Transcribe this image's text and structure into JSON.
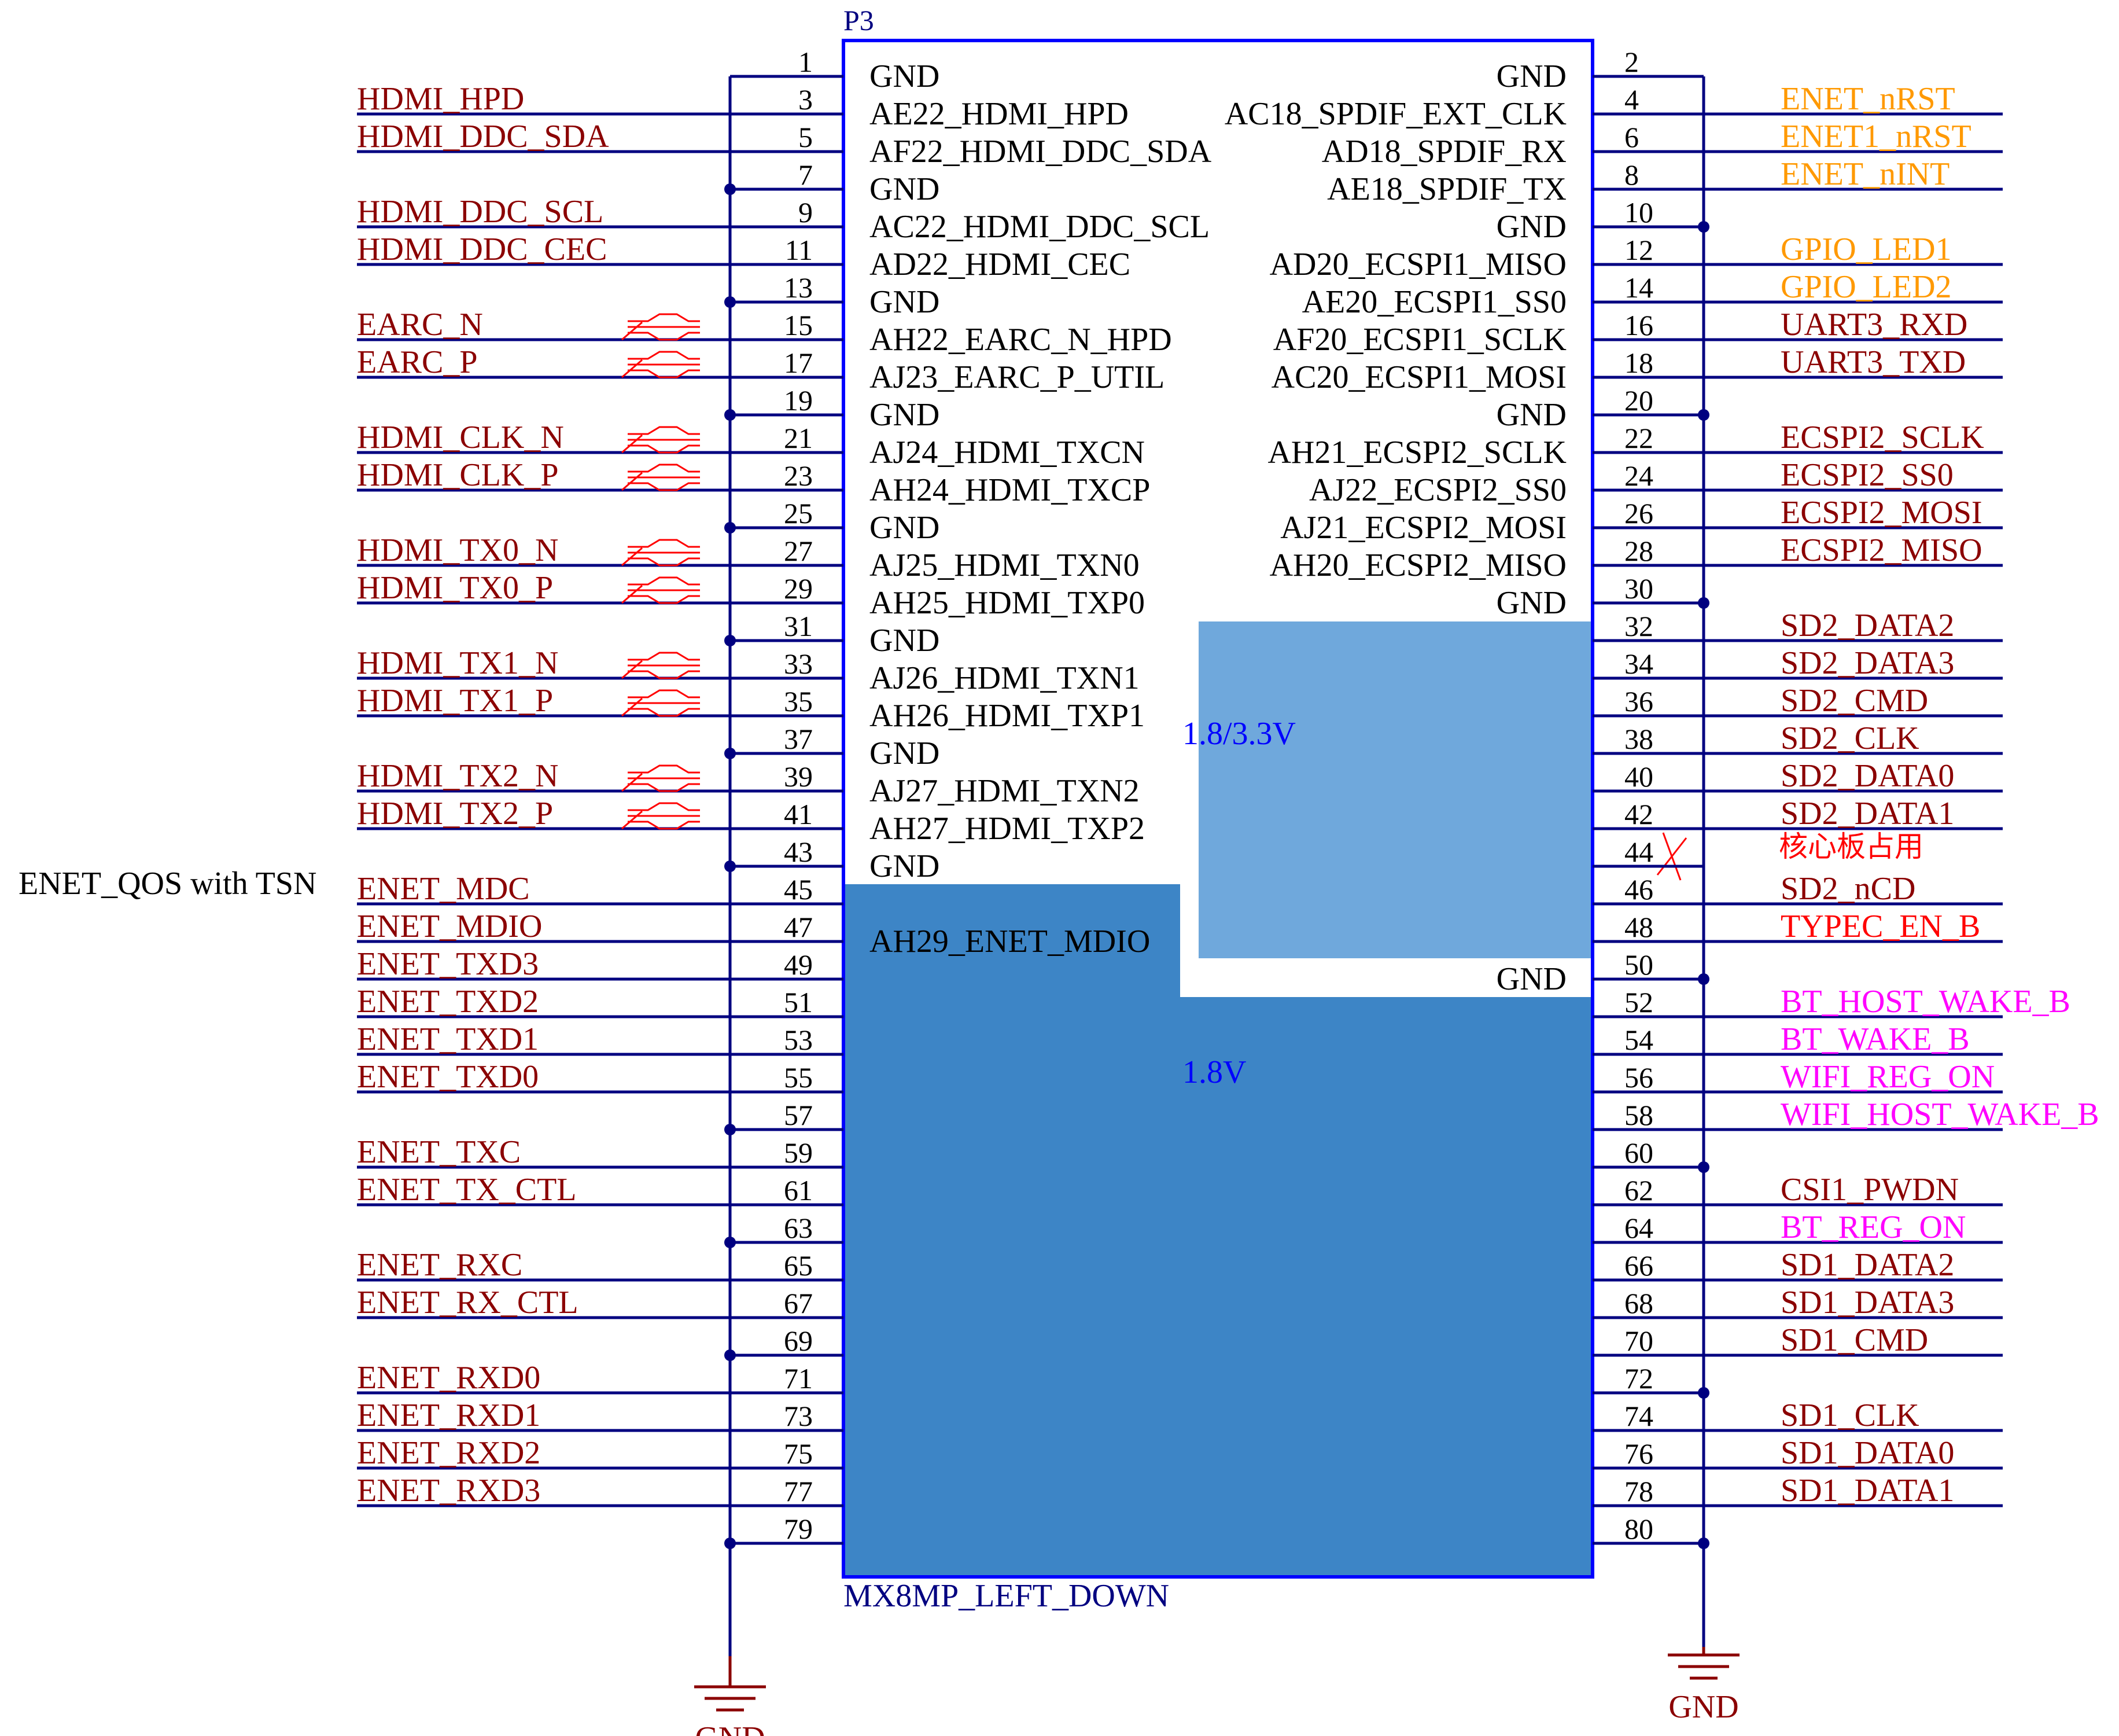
{
  "part": {
    "designator": "P3",
    "comment": "MX8MP_LEFT_DOWN"
  },
  "annotations": {
    "left_group": "ENET_QOS with TSN",
    "region_upper": "1.8/3.3V",
    "region_lower": "1.8V",
    "not_connected_note": "核心板占用"
  },
  "power_ports": {
    "left": "GND",
    "right": "GND"
  },
  "colors": {
    "wire": "#000080",
    "part_outline": "#0000ff",
    "net_label_dark_red": "#8b0000",
    "net_label_orange": "#ff9900",
    "net_label_magenta": "#ff00ff",
    "net_label_red": "#ff0000",
    "region_upper_fill": "#6fa8dc",
    "region_lower_fill": "#3d85c6",
    "region_text": "#0000ff",
    "diff_pair_marker": "#ff0000"
  },
  "pins": [
    {
      "num": "1",
      "name": "GND",
      "net": ""
    },
    {
      "num": "2",
      "name": "GND",
      "net": ""
    },
    {
      "num": "3",
      "name": "AE22_HDMI_HPD",
      "net": "HDMI_HPD"
    },
    {
      "num": "4",
      "name": "AC18_SPDIF_EXT_CLK",
      "net": "ENET_nRST"
    },
    {
      "num": "5",
      "name": "AF22_HDMI_DDC_SDA",
      "net": "HDMI_DDC_SDA"
    },
    {
      "num": "6",
      "name": "AD18_SPDIF_RX",
      "net": "ENET1_nRST"
    },
    {
      "num": "7",
      "name": "GND",
      "net": ""
    },
    {
      "num": "8",
      "name": "AE18_SPDIF_TX",
      "net": "ENET_nINT"
    },
    {
      "num": "9",
      "name": "AC22_HDMI_DDC_SCL",
      "net": "HDMI_DDC_SCL"
    },
    {
      "num": "10",
      "name": "GND",
      "net": ""
    },
    {
      "num": "11",
      "name": "AD22_HDMI_CEC",
      "net": "HDMI_DDC_CEC"
    },
    {
      "num": "12",
      "name": "AD20_ECSPI1_MISO",
      "net": "GPIO_LED1"
    },
    {
      "num": "13",
      "name": "GND",
      "net": ""
    },
    {
      "num": "14",
      "name": "AE20_ECSPI1_SS0",
      "net": "GPIO_LED2"
    },
    {
      "num": "15",
      "name": "AH22_EARC_N_HPD",
      "net": "EARC_N"
    },
    {
      "num": "16",
      "name": "AF20_ECSPI1_SCLK",
      "net": "UART3_RXD"
    },
    {
      "num": "17",
      "name": "AJ23_EARC_P_UTIL",
      "net": "EARC_P"
    },
    {
      "num": "18",
      "name": "AC20_ECSPI1_MOSI",
      "net": "UART3_TXD"
    },
    {
      "num": "19",
      "name": "GND",
      "net": ""
    },
    {
      "num": "20",
      "name": "GND",
      "net": ""
    },
    {
      "num": "21",
      "name": "AJ24_HDMI_TXCN",
      "net": "HDMI_CLK_N"
    },
    {
      "num": "22",
      "name": "AH21_ECSPI2_SCLK",
      "net": "ECSPI2_SCLK"
    },
    {
      "num": "23",
      "name": "AH24_HDMI_TXCP",
      "net": "HDMI_CLK_P"
    },
    {
      "num": "24",
      "name": "AJ22_ECSPI2_SS0",
      "net": "ECSPI2_SS0"
    },
    {
      "num": "25",
      "name": "GND",
      "net": ""
    },
    {
      "num": "26",
      "name": "AJ21_ECSPI2_MOSI",
      "net": "ECSPI2_MOSI"
    },
    {
      "num": "27",
      "name": "AJ25_HDMI_TXN0",
      "net": "HDMI_TX0_N"
    },
    {
      "num": "28",
      "name": "AH20_ECSPI2_MISO",
      "net": "ECSPI2_MISO"
    },
    {
      "num": "29",
      "name": "AH25_HDMI_TXP0",
      "net": "HDMI_TX0_P"
    },
    {
      "num": "30",
      "name": "GND",
      "net": ""
    },
    {
      "num": "31",
      "name": "GND",
      "net": ""
    },
    {
      "num": "32",
      "name": "",
      "net": "SD2_DATA2"
    },
    {
      "num": "33",
      "name": "AJ26_HDMI_TXN1",
      "net": "HDMI_TX1_N"
    },
    {
      "num": "34",
      "name": "",
      "net": "SD2_DATA3"
    },
    {
      "num": "35",
      "name": "AH26_HDMI_TXP1",
      "net": "HDMI_TX1_P"
    },
    {
      "num": "36",
      "name": "",
      "net": "SD2_CMD"
    },
    {
      "num": "37",
      "name": "GND",
      "net": ""
    },
    {
      "num": "38",
      "name": "",
      "net": "SD2_CLK"
    },
    {
      "num": "39",
      "name": "AJ27_HDMI_TXN2",
      "net": "HDMI_TX2_N"
    },
    {
      "num": "40",
      "name": "",
      "net": "SD2_DATA0"
    },
    {
      "num": "41",
      "name": "AH27_HDMI_TXP2",
      "net": "HDMI_TX2_P"
    },
    {
      "num": "42",
      "name": "",
      "net": "SD2_DATA1"
    },
    {
      "num": "43",
      "name": "GND",
      "net": ""
    },
    {
      "num": "44",
      "name": "",
      "net": ""
    },
    {
      "num": "45",
      "name": "",
      "net": "ENET_MDC"
    },
    {
      "num": "46",
      "name": "",
      "net": "SD2_nCD"
    },
    {
      "num": "47",
      "name": "AH29_ENET_MDIO",
      "net": "ENET_MDIO"
    },
    {
      "num": "48",
      "name": "",
      "net": "TYPEC_EN_B"
    },
    {
      "num": "49",
      "name": "",
      "net": "ENET_TXD3"
    },
    {
      "num": "50",
      "name": "GND",
      "net": ""
    },
    {
      "num": "51",
      "name": "",
      "net": "ENET_TXD2"
    },
    {
      "num": "52",
      "name": "",
      "net": "BT_HOST_WAKE_B"
    },
    {
      "num": "53",
      "name": "",
      "net": "ENET_TXD1"
    },
    {
      "num": "54",
      "name": "",
      "net": "BT_WAKE_B"
    },
    {
      "num": "55",
      "name": "",
      "net": "ENET_TXD0"
    },
    {
      "num": "56",
      "name": "",
      "net": "WIFI_REG_ON"
    },
    {
      "num": "57",
      "name": "",
      "net": ""
    },
    {
      "num": "58",
      "name": "",
      "net": "WIFI_HOST_WAKE_B"
    },
    {
      "num": "59",
      "name": "",
      "net": "ENET_TXC"
    },
    {
      "num": "60",
      "name": "",
      "net": ""
    },
    {
      "num": "61",
      "name": "",
      "net": "ENET_TX_CTL"
    },
    {
      "num": "62",
      "name": "",
      "net": "CSI1_PWDN"
    },
    {
      "num": "63",
      "name": "",
      "net": ""
    },
    {
      "num": "64",
      "name": "",
      "net": "BT_REG_ON"
    },
    {
      "num": "65",
      "name": "",
      "net": "ENET_RXC"
    },
    {
      "num": "66",
      "name": "",
      "net": "SD1_DATA2"
    },
    {
      "num": "67",
      "name": "",
      "net": "ENET_RX_CTL"
    },
    {
      "num": "68",
      "name": "",
      "net": "SD1_DATA3"
    },
    {
      "num": "69",
      "name": "",
      "net": ""
    },
    {
      "num": "70",
      "name": "",
      "net": "SD1_CMD"
    },
    {
      "num": "71",
      "name": "",
      "net": "ENET_RXD0"
    },
    {
      "num": "72",
      "name": "",
      "net": ""
    },
    {
      "num": "73",
      "name": "",
      "net": "ENET_RXD1"
    },
    {
      "num": "74",
      "name": "",
      "net": "SD1_CLK"
    },
    {
      "num": "75",
      "name": "",
      "net": "ENET_RXD2"
    },
    {
      "num": "76",
      "name": "",
      "net": "SD1_DATA0"
    },
    {
      "num": "77",
      "name": "",
      "net": "ENET_RXD3"
    },
    {
      "num": "78",
      "name": "",
      "net": "SD1_DATA1"
    },
    {
      "num": "79",
      "name": "",
      "net": ""
    },
    {
      "num": "80",
      "name": "",
      "net": ""
    }
  ]
}
